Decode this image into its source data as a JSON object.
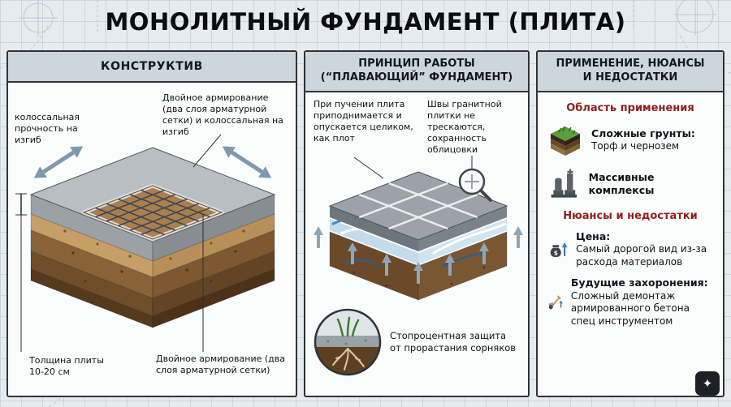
{
  "title": "МОНОЛИТНЫЙ ФУНДАМЕНТ (ПЛИТА)",
  "construct_panel": {
    "header": "КОНСТРУКТИВ",
    "label_bend_strength": "колоссальная прочность на изгиб",
    "label_reinforcement_top": "Двойное армирование (два слоя арматурной сетки) и колоссальная на изгиб",
    "label_thickness": "Толщина плиты 10-20 см",
    "label_reinforcement_bottom": "Двойное армирование (два слоя арматурной сетки)"
  },
  "principle_panel": {
    "header_line1": "ПРИНЦИП РАБОТЫ",
    "header_line2": "(“ПЛАВАЮЩИЙ” ФУНДАМЕНТ)",
    "label_heave": "При пучении плита приподнимается и опускается целиком, как плот",
    "label_seams": "Швы гранитной плитки не трескаются, сохранность облицовки",
    "label_weed_protection": "Стопроцентная защита от прорастания сорняков"
  },
  "application_panel": {
    "header_line1": "ПРИМЕНЕНИЕ, НЮАНСЫ",
    "header_line2": "И НЕДОСТАТКИ",
    "section_application": "Область применения",
    "item_soils_title": "Сложные грунты:",
    "item_soils_text": "Торф и чернозем",
    "item_complex_title": "Массивные комплексы",
    "section_drawbacks": "Нюансы и недостатки",
    "item_price_title": "Цена:",
    "item_price_text": "Самый дорогой вид из-за расхода материалов",
    "item_burial_title": "Будущие захоронения:",
    "item_burial_text": "Сложный демонтаж армированного бетона спец инструментом"
  },
  "icons": {
    "money_symbol": "$",
    "watermark_glyph": "✦"
  },
  "colors": {
    "accent_red": "#8E1F1F",
    "header_bg": "#CDD6DD",
    "panel_border": "#2E3438",
    "arrow_blue": "#7E99AD",
    "water_blue": "#3F8CBE",
    "canvas_bg": "#E6EBEF"
  }
}
